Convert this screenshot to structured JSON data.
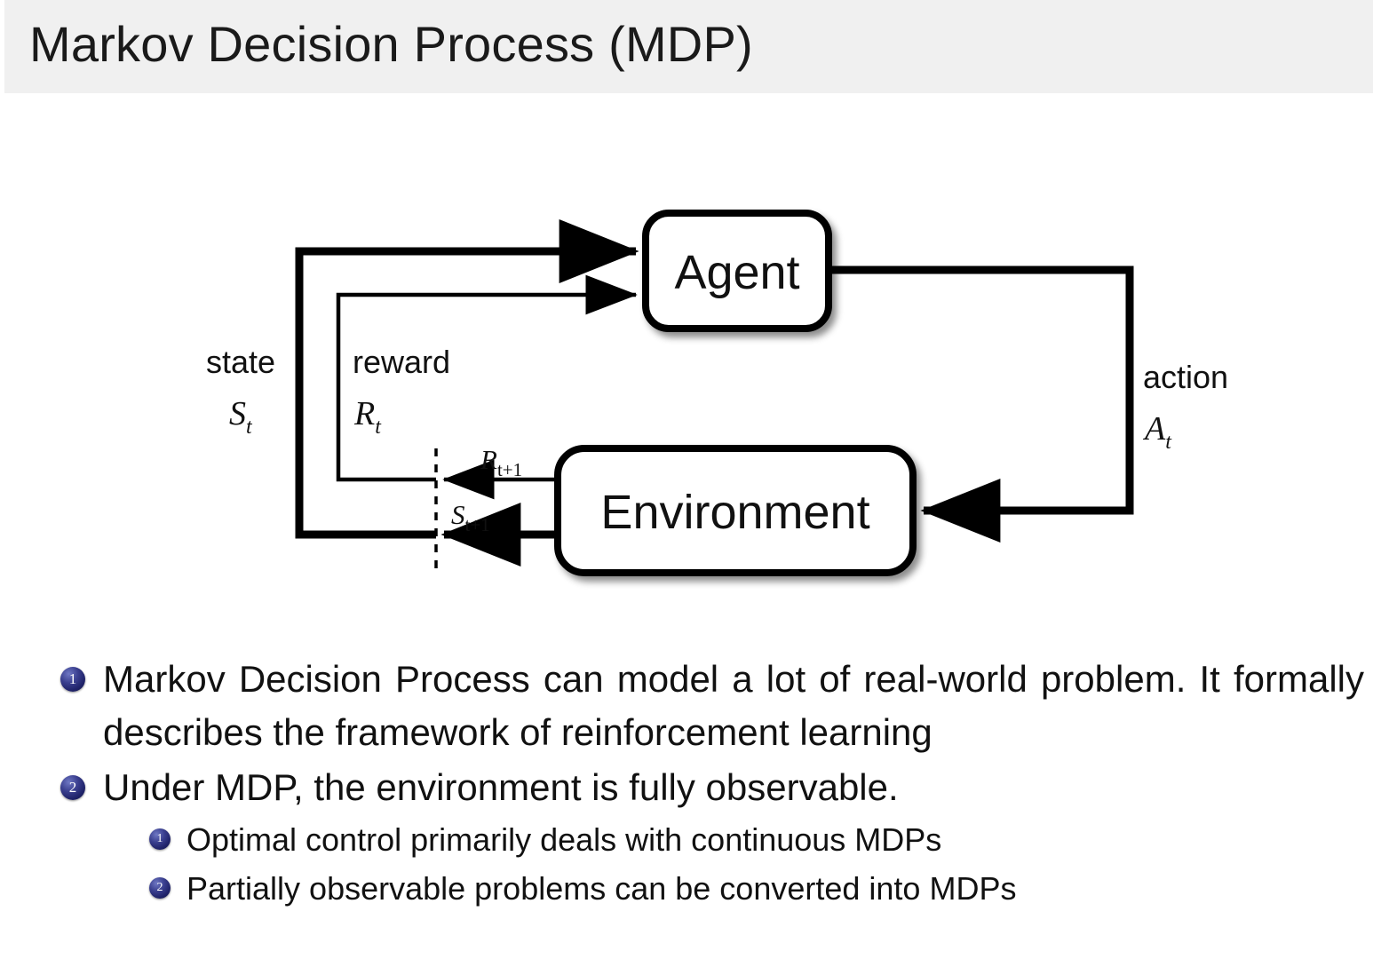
{
  "header": {
    "title": "Markov Decision Process (MDP)",
    "band_color": "#f0f0f0"
  },
  "diagram": {
    "name": "agent-environment-interaction-loop",
    "boxes": {
      "agent": "Agent",
      "environment": "Environment"
    },
    "labels": {
      "state_word": "state",
      "state_symbol": "S",
      "state_symbol_sub": "t",
      "reward_word": "reward",
      "reward_symbol": "R",
      "reward_symbol_sub": "t",
      "action_word": "action",
      "action_symbol": "A",
      "action_symbol_sub": "t",
      "reward_next": "R",
      "reward_next_sub": "t+1",
      "state_next": "S",
      "state_next_sub": "t+1"
    },
    "stroke_color": "#000000",
    "box_fill": "#ffffff"
  },
  "bullets": {
    "accent_color": "#2a2d7c",
    "items": [
      {
        "number": "1",
        "text": "Markov Decision Process can model a lot of real-world problem. It formally describes the framework of reinforcement learning",
        "children": []
      },
      {
        "number": "2",
        "text": "Under MDP, the environment is fully observable.",
        "children": [
          {
            "number": "1",
            "text": "Optimal control primarily deals with continuous MDPs"
          },
          {
            "number": "2",
            "text": "Partially observable problems can be converted into MDPs"
          }
        ]
      }
    ]
  }
}
